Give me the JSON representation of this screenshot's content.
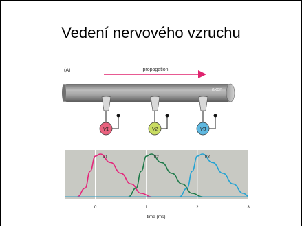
{
  "slide": {
    "title": "Vedení nervového vzruchu"
  },
  "diagram": {
    "panel_label": "(A)",
    "propagation_label": "propagation",
    "axon_label": "axon",
    "electrodes": [
      {
        "label": "V1",
        "color": "#e8627e"
      },
      {
        "label": "V2",
        "color": "#c9dc63"
      },
      {
        "label": "V3",
        "color": "#5fb8e0"
      }
    ],
    "colors": {
      "arrow": "#e0246f",
      "axon": "#8e8e8e",
      "plot_bg": "#c8c9c3",
      "trace_v1": "#e5267c",
      "trace_v2": "#1f7a4a",
      "trace_v3": "#24a3d3"
    }
  },
  "chart_data": {
    "type": "line",
    "xlabel": "time (ms)",
    "x_ticks": [
      "0",
      "1",
      "2",
      "3"
    ],
    "xlim": [
      -0.6,
      3.0
    ],
    "series": [
      {
        "name": "V1",
        "x": [
          -0.35,
          -0.2,
          -0.1,
          0.0,
          0.1,
          0.3,
          0.5,
          0.7,
          0.9,
          1.1
        ],
        "y": [
          0,
          0.2,
          0.6,
          0.95,
          1.0,
          0.8,
          0.55,
          0.3,
          0.08,
          0
        ]
      },
      {
        "name": "V2",
        "x": [
          0.65,
          0.8,
          0.9,
          1.0,
          1.1,
          1.3,
          1.5,
          1.7,
          1.9,
          2.1
        ],
        "y": [
          0,
          0.2,
          0.6,
          0.95,
          1.0,
          0.8,
          0.55,
          0.3,
          0.08,
          0
        ]
      },
      {
        "name": "V3",
        "x": [
          1.65,
          1.8,
          1.9,
          2.0,
          2.1,
          2.3,
          2.5,
          2.7,
          2.9,
          3.0
        ],
        "y": [
          0,
          0.2,
          0.6,
          0.95,
          1.0,
          0.8,
          0.55,
          0.3,
          0.08,
          0.02
        ]
      }
    ]
  }
}
